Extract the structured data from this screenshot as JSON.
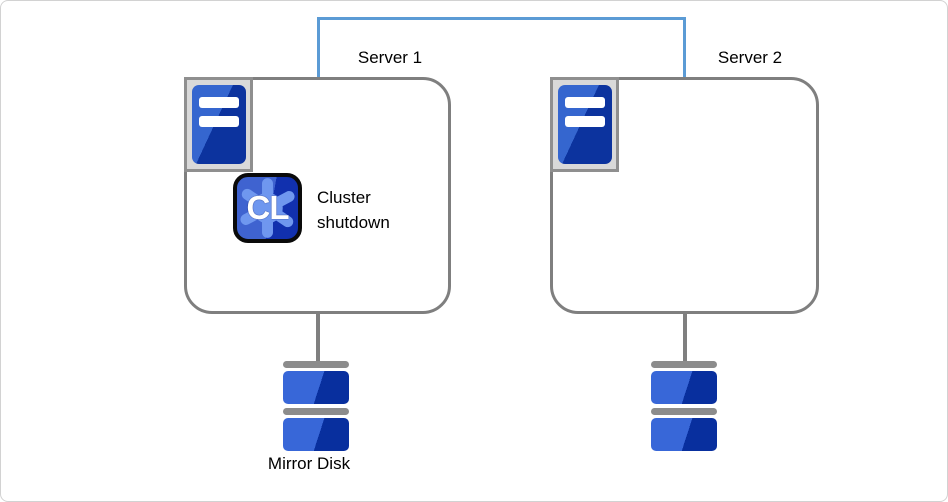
{
  "servers": [
    {
      "label": "Server 1"
    },
    {
      "label": "Server 2"
    }
  ],
  "cluster_action": {
    "icon_text": "CL",
    "label": "Cluster shutdown"
  },
  "storage": {
    "label": "Mirror Disk"
  },
  "colors": {
    "interconnect_blue": "#5b9bd5",
    "box_border_gray": "#7f7f7f",
    "server_blue_light": "#3566cf",
    "server_blue_dark": "#0c339e",
    "disk_blue_light": "#3867d8",
    "disk_blue_dark": "#082f9e",
    "disk_cap_gray": "#8c8c8c",
    "cluster_bg_left": "#3f63d0",
    "cluster_bg_right": "#1130ae",
    "gear_blue": "#6f97ef",
    "frame_border": "#d2d2d2"
  }
}
